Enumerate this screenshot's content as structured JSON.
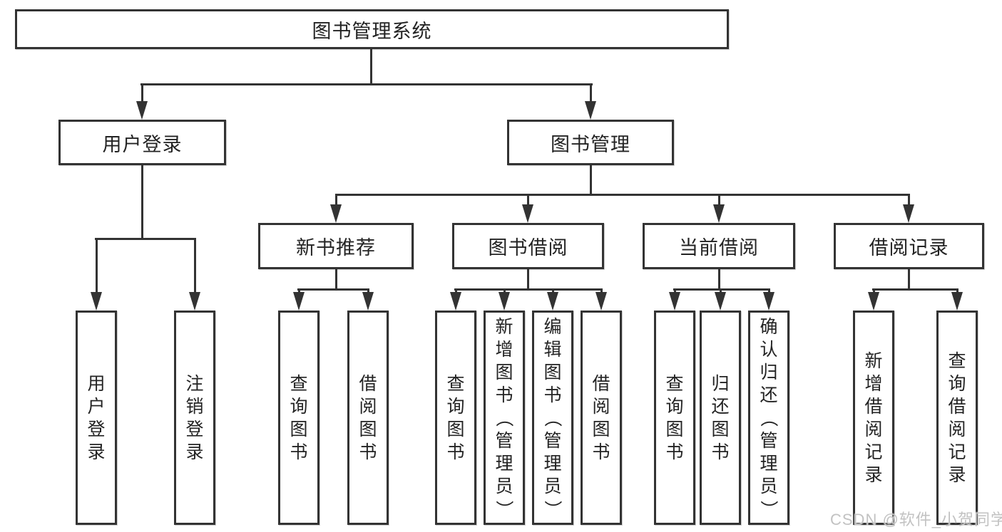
{
  "diagram": {
    "title": "图书管理系统",
    "watermark": "CSDN @软件_小贺同学",
    "colors": {
      "background": "#ffffff",
      "line": "#333333",
      "text": "#232323",
      "watermark": "#c2c2c2"
    },
    "root": {
      "label": "图书管理系统"
    },
    "level2": [
      {
        "label": "用户登录",
        "parent": "图书管理系统"
      },
      {
        "label": "图书管理",
        "parent": "图书管理系统"
      }
    ],
    "level3": [
      {
        "label": "新书推荐",
        "parent": "图书管理"
      },
      {
        "label": "图书借阅",
        "parent": "图书管理"
      },
      {
        "label": "当前借阅",
        "parent": "图书管理"
      },
      {
        "label": "借阅记录",
        "parent": "图书管理"
      }
    ],
    "leaves": [
      {
        "label": "用户登录",
        "parent": "用户登录"
      },
      {
        "label": "注销登录",
        "parent": "用户登录"
      },
      {
        "label": "查询图书",
        "parent": "新书推荐"
      },
      {
        "label": "借阅图书",
        "parent": "新书推荐"
      },
      {
        "label": "查询图书",
        "parent": "图书借阅"
      },
      {
        "label": "新增图书（管理员）",
        "parent": "图书借阅"
      },
      {
        "label": "编辑图书（管理员）",
        "parent": "图书借阅"
      },
      {
        "label": "借阅图书",
        "parent": "图书借阅"
      },
      {
        "label": "查询图书",
        "parent": "当前借阅"
      },
      {
        "label": "归还图书",
        "parent": "当前借阅"
      },
      {
        "label": "确认归还（管理员）",
        "parent": "当前借阅"
      },
      {
        "label": "新增借阅记录",
        "parent": "借阅记录"
      },
      {
        "label": "查询借阅记录",
        "parent": "借阅记录"
      }
    ]
  }
}
